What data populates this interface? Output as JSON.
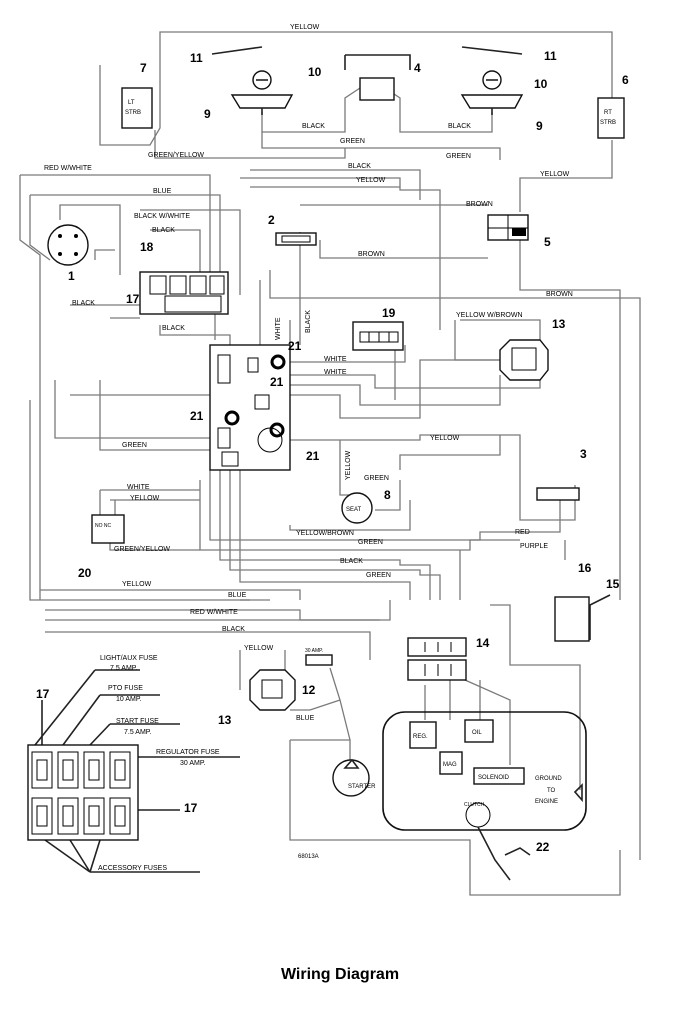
{
  "caption": "Wiring Diagram",
  "figure_code": "68013A",
  "wire_labels": {
    "yellow_top": "YELLOW",
    "black_left": "BLACK",
    "black_right": "BLACK",
    "green_mid": "GREEN",
    "green_right": "GREEN",
    "green_yellow": "GREEN/YELLOW",
    "red_white": "RED W/WHITE",
    "black_1": "BLACK",
    "yellow_1": "YELLOW",
    "yellow_right": "YELLOW",
    "blue_1": "BLUE",
    "black_white": "BLACK W/WHITE",
    "brown_1": "BROWN",
    "black_2": "BLACK",
    "brown_2": "BROWN",
    "black_3": "BLACK",
    "brown_3": "BROWN",
    "yellow_brown": "YELLOW W/BROWN",
    "black_4": "BLACK",
    "white_v": "WHITE",
    "black_v": "BLACK",
    "white_1": "WHITE",
    "white_2": "WHITE",
    "green_1": "GREEN",
    "yellow_2": "YELLOW",
    "yellow_v": "YELLOW",
    "green_2": "GREEN",
    "white_3": "WHITE",
    "yellow_3": "YELLOW",
    "yellow_brown_2": "YELLOW/BROWN",
    "green_3": "GREEN",
    "green_yellow_2": "GREEN/YELLOW",
    "black_5": "BLACK",
    "green_4": "GREEN",
    "red": "RED",
    "purple": "PURPLE",
    "yellow_4": "YELLOW",
    "blue_2": "BLUE",
    "red_white_2": "RED W/WHITE",
    "black_6": "BLACK",
    "yellow_5": "YELLOW",
    "blue_3": "BLUE",
    "amp_30": "30 AMP."
  },
  "component_labels": {
    "lt_strb": [
      "LT",
      "STRB"
    ],
    "rt_strb": [
      "RT",
      "STRB"
    ],
    "seat": "SEAT",
    "starter": "STARTER",
    "reg": "REG.",
    "mag": "MAG",
    "oil": "OIL",
    "solenoid": "SOLENOID",
    "ground": [
      "GROUND",
      "TO",
      "ENGINE"
    ],
    "clutch": "CLUTCH"
  },
  "callouts": [
    "1",
    "2",
    "3",
    "4",
    "5",
    "6",
    "7",
    "8",
    "9",
    "9",
    "10",
    "10",
    "11",
    "11",
    "12",
    "13",
    "13",
    "14",
    "15",
    "16",
    "17",
    "17",
    "17",
    "18",
    "19",
    "20",
    "21",
    "21",
    "21",
    "21",
    "22"
  ],
  "fuse_labels": {
    "light_aux": "LIGHT/AUX FUSE",
    "light_aux_amp": "7.5 AMP.",
    "pto": "PTO FUSE",
    "pto_amp": "10 AMP.",
    "start": "START FUSE",
    "start_amp": "7.5 AMP.",
    "regulator": "REGULATOR FUSE",
    "regulator_amp": "30 AMP.",
    "accessory": "ACCESSORY FUSES"
  }
}
